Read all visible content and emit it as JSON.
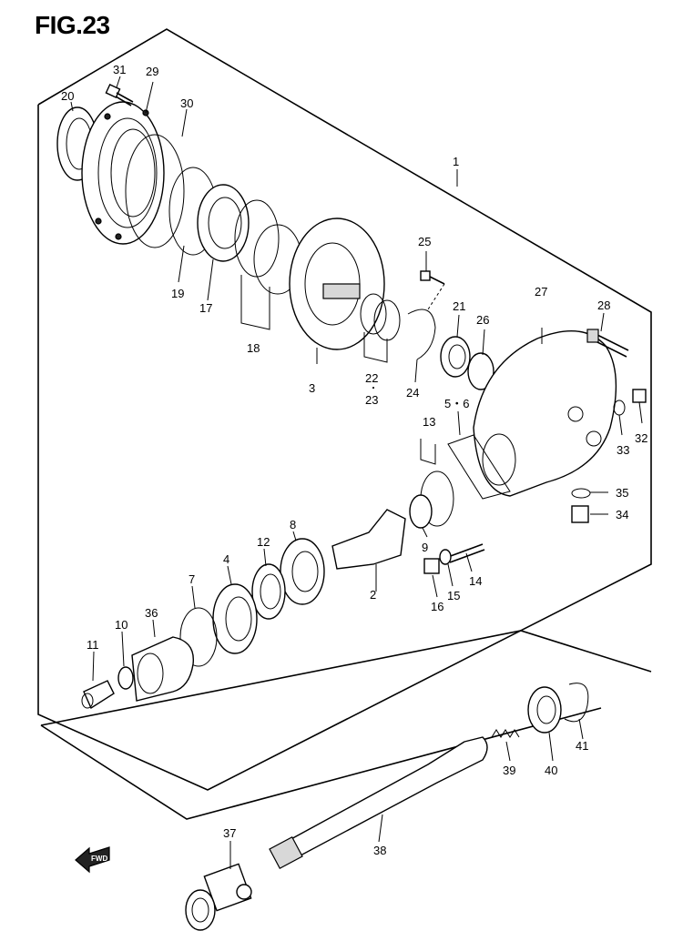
{
  "figure": {
    "title": "FIG.23"
  },
  "labels": {
    "p1": "1",
    "p2": "2",
    "p3": "3",
    "p4": "4",
    "p56": "5・6",
    "p7": "7",
    "p8": "8",
    "p9": "9",
    "p10": "10",
    "p11": "11",
    "p12": "12",
    "p13": "13",
    "p14": "14",
    "p15": "15",
    "p16": "16",
    "p17": "17",
    "p18": "18",
    "p19": "19",
    "p20": "20",
    "p21": "21",
    "p22": "22",
    "p22dot": "・",
    "p23": "23",
    "p24": "24",
    "p25": "25",
    "p26": "26",
    "p27": "27",
    "p28": "28",
    "p29": "29",
    "p30": "30",
    "p31": "31",
    "p32": "32",
    "p33": "33",
    "p34": "34",
    "p35": "35",
    "p36": "36",
    "p37": "37",
    "p38": "38",
    "p39": "39",
    "p40": "40",
    "p41": "41"
  },
  "badges": {
    "fwd": "FWD"
  }
}
